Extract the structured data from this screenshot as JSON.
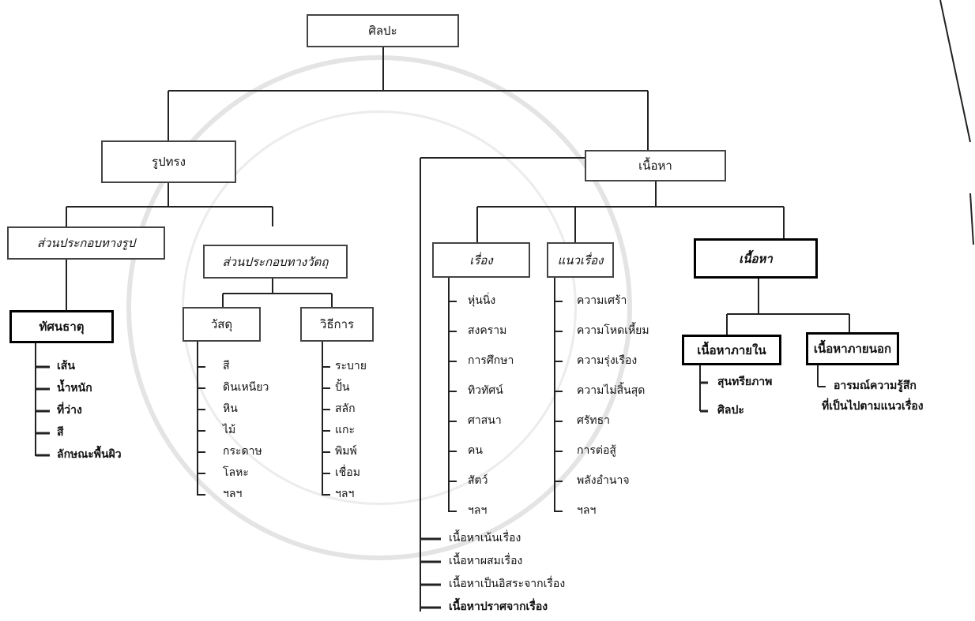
{
  "root": "ศิลปะ",
  "level1": {
    "form": "รูปทรง",
    "content": "เนื้อหา"
  },
  "form": {
    "visual_elements": "ส่วนประกอบทางรูป",
    "material_elements": "ส่วนประกอบทางวัตถุ"
  },
  "visual": {
    "title": "ทัศนธาตุ",
    "items": [
      "เส้น",
      "น้ำหนัก",
      "ที่ว่าง",
      "สี",
      "ลักษณะพื้นผิว"
    ]
  },
  "material": {
    "title": "วัสดุ",
    "items": [
      "สี",
      "ดินเหนียว",
      "หิน",
      "ไม้",
      "กระดาษ",
      "โลหะ",
      "ฯลฯ"
    ]
  },
  "technique": {
    "title": "วิธีการ",
    "items": [
      "ระบาย",
      "ปั้น",
      "สลัก",
      "แกะ",
      "พิมพ์",
      "เชื่อม",
      "ฯลฯ"
    ]
  },
  "content": {
    "subject": "เรื่อง",
    "subject_items": [
      "หุ่นนิ่ง",
      "สงคราม",
      "การศึกษา",
      "ทิวทัศน์",
      "ศาสนา",
      "คน",
      "สัตว์",
      "ฯลฯ"
    ],
    "theme": "แนวเรื่อง",
    "theme_items": [
      "ความเศร้า",
      "ความโหดเหี้ยม",
      "ความรุ่งเรือง",
      "ความไม่สิ้นสุด",
      "ศรัทธา",
      "การต่อสู้",
      "พลังอำนาจ",
      "ฯลฯ"
    ],
    "content_box": "เนื้อหา",
    "inner": "เนื้อหาภายใน",
    "inner_items": [
      "สุนทรียภาพ",
      "ศิลปะ"
    ],
    "outer": "เนื้อหาภายนอก",
    "outer_items": [
      "อารมณ์ความรู้สึก",
      "ที่เป็นไปตามแนวเรื่อง"
    ],
    "relations": [
      "เนื้อหาเน้นเรื่อง",
      "เนื้อหาผสมเรื่อง",
      "เนื้อหาเป็นอิสระจากเรื่อง",
      "เนื้อหาปราศจากเรื่อง"
    ]
  }
}
